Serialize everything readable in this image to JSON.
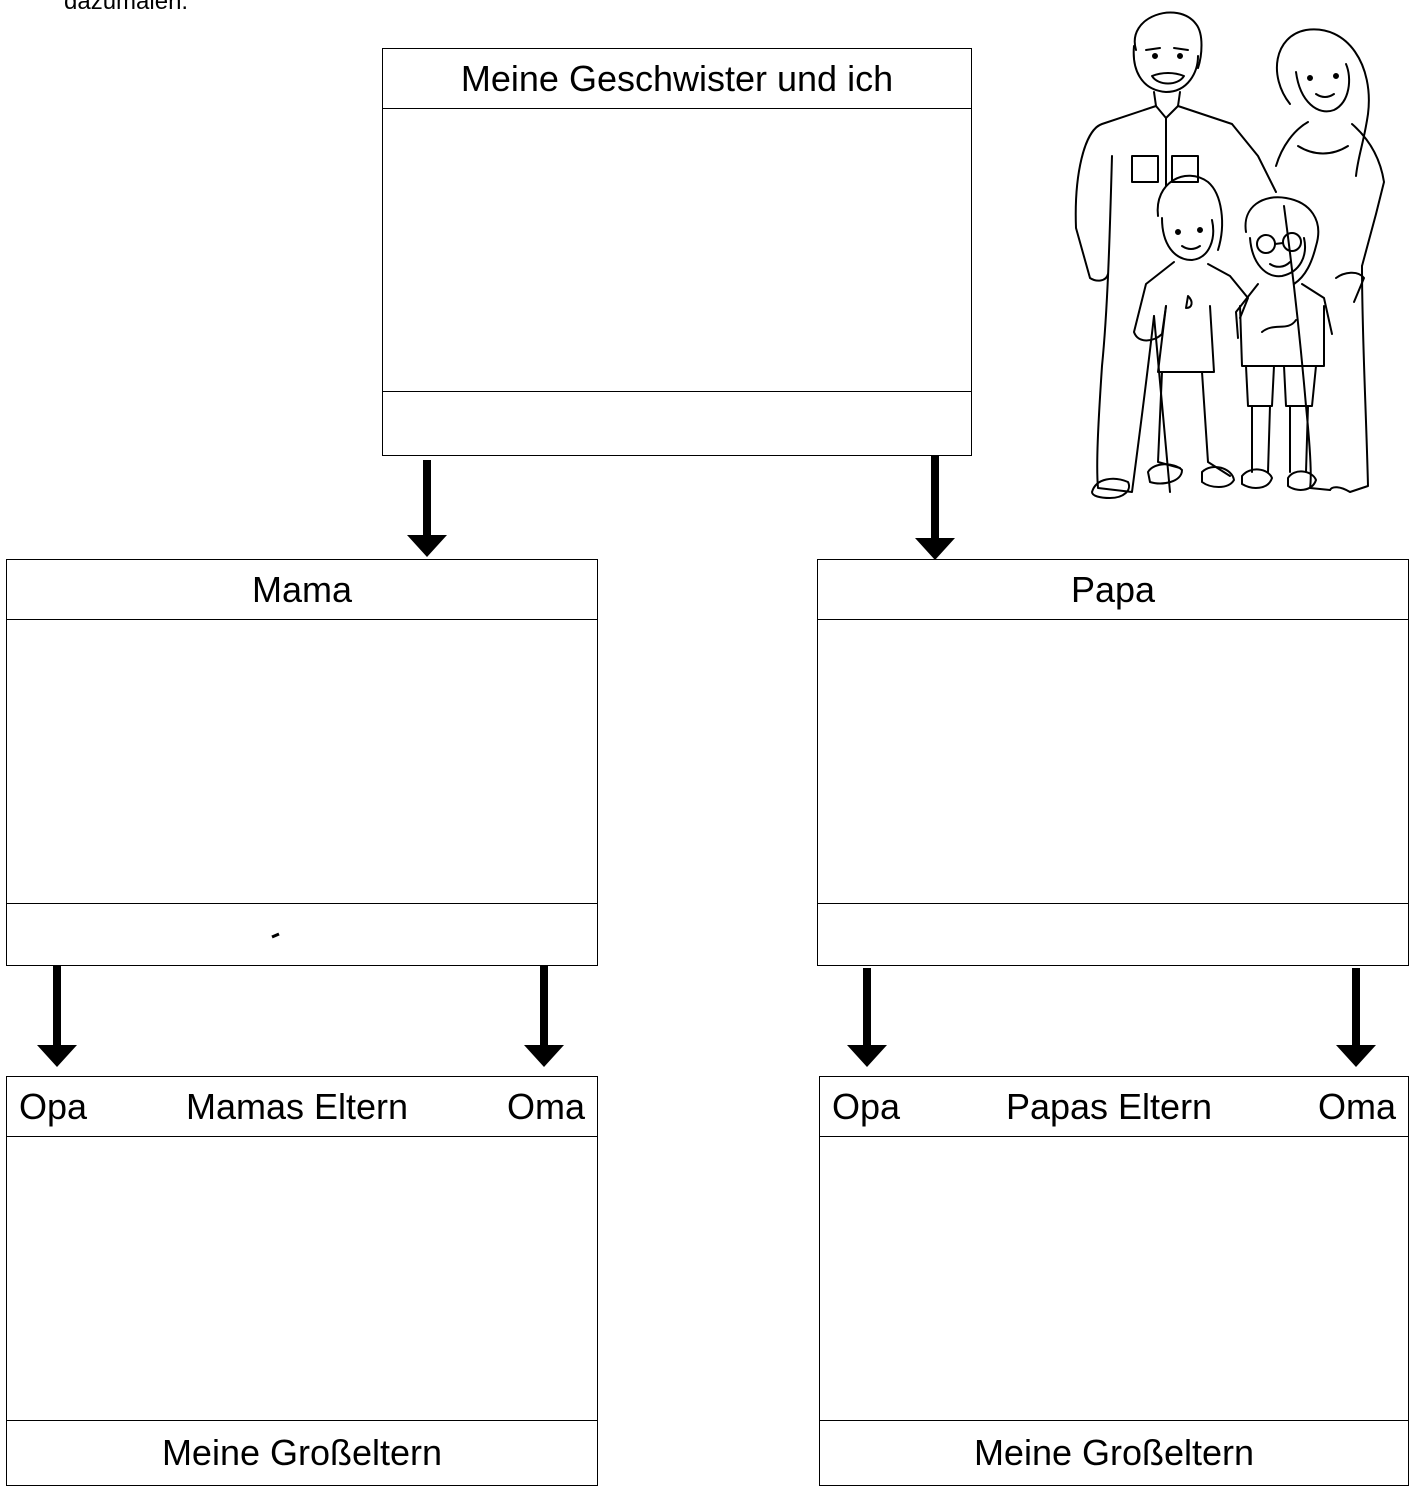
{
  "intro_text": "dazumalen.",
  "siblings_card": {
    "title": "Meine Geschwister und ich",
    "footer": ""
  },
  "mama_card": {
    "title": "Mama",
    "footer": ""
  },
  "papa_card": {
    "title": "Papa",
    "footer": ""
  },
  "mama_parents_card": {
    "left_label": "Opa",
    "center_label": "Mamas Eltern",
    "right_label": "Oma",
    "footer": "Meine Großeltern"
  },
  "papa_parents_card": {
    "left_label": "Opa",
    "center_label": "Papas Eltern",
    "right_label": "Oma",
    "footer": "Meine Großeltern"
  },
  "illustration": {
    "icon": "family-drawing-icon"
  }
}
